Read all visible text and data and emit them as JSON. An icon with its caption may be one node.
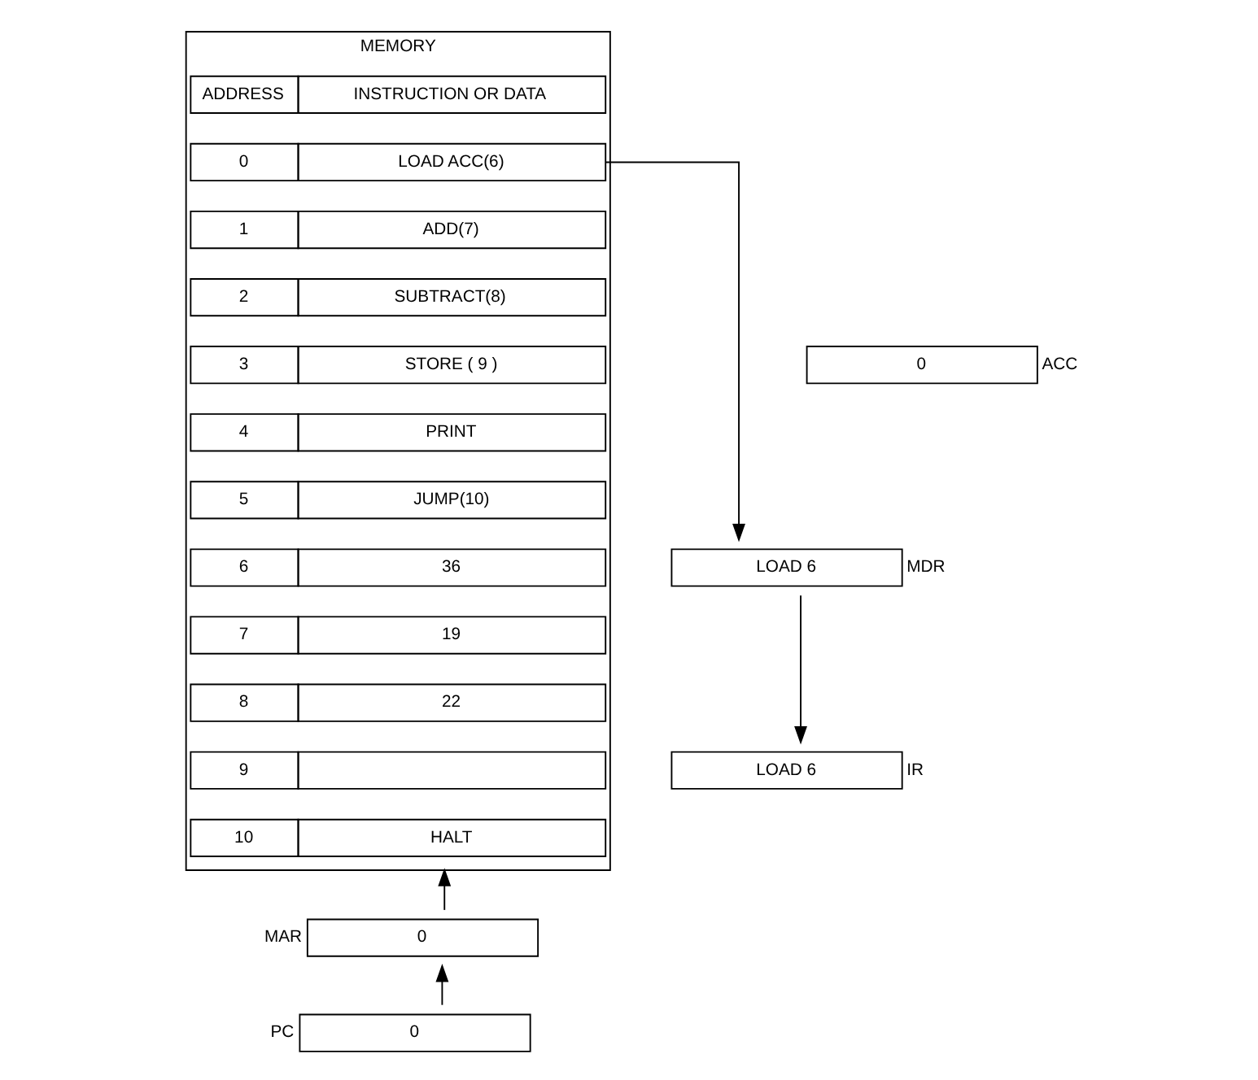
{
  "diagram": {
    "nodes": [
      {
        "text": [
          "MEMORY"
        ]
      },
      {
        "text": [
          "ADDRESS",
          "INSTRUCTION OR DATA"
        ],
        "in": 0
      },
      {
        "text": [
          "0",
          "LOAD ACC(6)"
        ],
        "in": 0
      },
      {
        "text": [
          "1",
          "ADD(7)"
        ],
        "in": 0
      },
      {
        "text": [
          "2",
          "SUBTRACT(8)"
        ],
        "in": 0
      },
      {
        "text": [
          "3",
          "STORE ( 9 )"
        ],
        "in": 0
      },
      {
        "text": [
          "4",
          "PRINT"
        ],
        "in": 0
      },
      {
        "text": [
          "5",
          "JUMP(10)"
        ],
        "in": 0
      },
      {
        "text": [
          "6",
          "36"
        ],
        "in": 0
      },
      {
        "text": [
          "7",
          "19"
        ],
        "in": 0
      },
      {
        "text": [
          "8",
          "22"
        ],
        "in": 0
      },
      {
        "text": [
          "9"
        ],
        "in": 0
      },
      {
        "text": [
          "10",
          "HALT"
        ],
        "in": 0
      },
      {
        "text": [
          "0"
        ],
        "beside": [
          "ACC"
        ]
      },
      {
        "text": [
          "LOAD 6"
        ],
        "beside": [
          "MDR"
        ]
      },
      {
        "text": [
          "LOAD 6"
        ],
        "beside": [
          "IR"
        ]
      },
      {
        "text": [
          "0"
        ],
        "beside": [
          "MAR"
        ]
      },
      {
        "text": [
          "0"
        ],
        "beside": [
          "PC"
        ]
      }
    ],
    "edges": [
      {
        "from": 2,
        "to": 14,
        "arrow": "to"
      },
      {
        "from": 14,
        "to": 15,
        "arrow": "to"
      },
      {
        "from": 16,
        "to": 0,
        "arrow": "to"
      },
      {
        "from": 17,
        "to": 16,
        "arrow": "to"
      }
    ]
  }
}
